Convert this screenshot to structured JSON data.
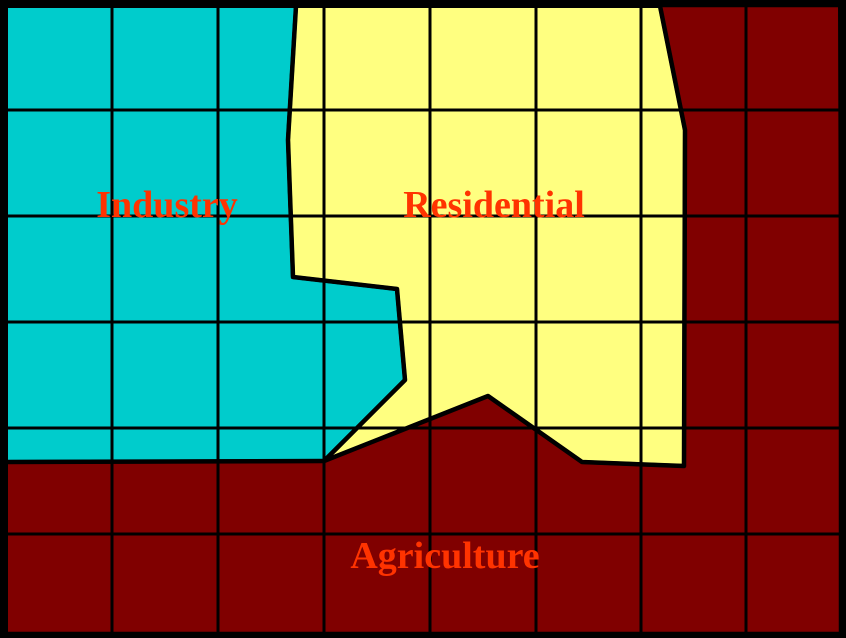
{
  "map": {
    "zones": [
      {
        "key": "industry",
        "label": "Industry",
        "fill": "#00CCCC"
      },
      {
        "key": "residential",
        "label": "Residential",
        "fill": "#FFFF80"
      },
      {
        "key": "agriculture",
        "label": "Agriculture",
        "fill": "#800000"
      }
    ],
    "label_color": "#FF3300",
    "grid_color": "#000000",
    "background_color": "#000000",
    "grid": {
      "columns": 8,
      "rows": 6
    }
  }
}
